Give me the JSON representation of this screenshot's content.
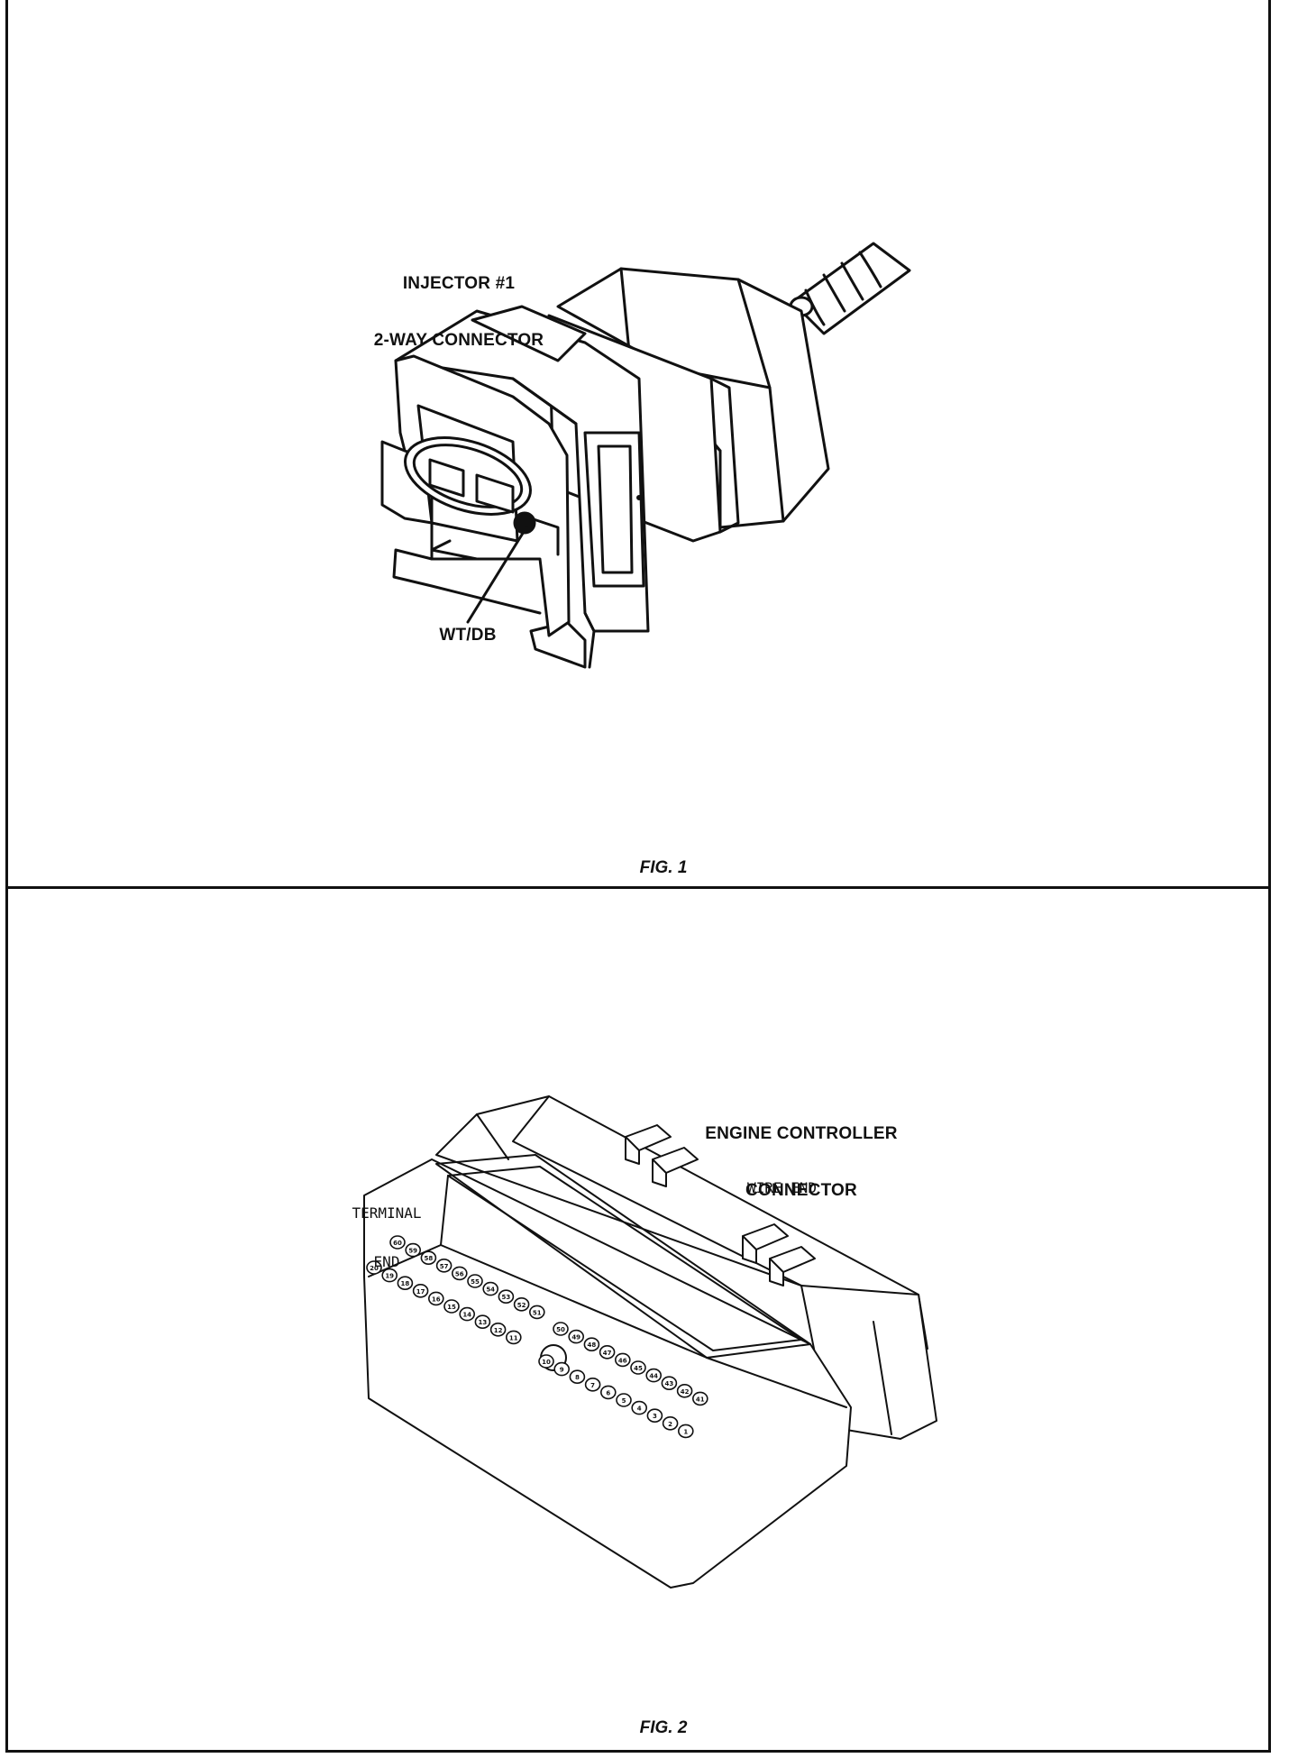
{
  "figures": [
    {
      "caption": "FIG. 1",
      "labels": {
        "connector_line1": "INJECTOR #1",
        "connector_line2": "2-WAY CONNECTOR",
        "wire": "WT/DB"
      }
    },
    {
      "caption": "FIG. 2",
      "labels": {
        "connector_line1": "ENGINE CONTROLLER",
        "connector_line2": "CONNECTOR",
        "terminal_line1": "TERMINAL",
        "terminal_line2": "END",
        "wire_end": "WIRE END"
      },
      "pin_rows": [
        [
          "60",
          "59",
          "58",
          "57",
          "56",
          "55",
          "54",
          "53",
          "52",
          "51"
        ],
        [
          "20",
          "19",
          "18",
          "17",
          "16",
          "15",
          "14",
          "13",
          "12",
          "11"
        ],
        [
          "50",
          "49",
          "48",
          "47",
          "46",
          "45",
          "44",
          "43",
          "42",
          "41"
        ],
        [
          "10",
          "9",
          "8",
          "7",
          "6",
          "5",
          "4",
          "3",
          "2",
          "1"
        ]
      ]
    }
  ],
  "colors": {
    "ink": "#111111",
    "paper": "#ffffff"
  }
}
